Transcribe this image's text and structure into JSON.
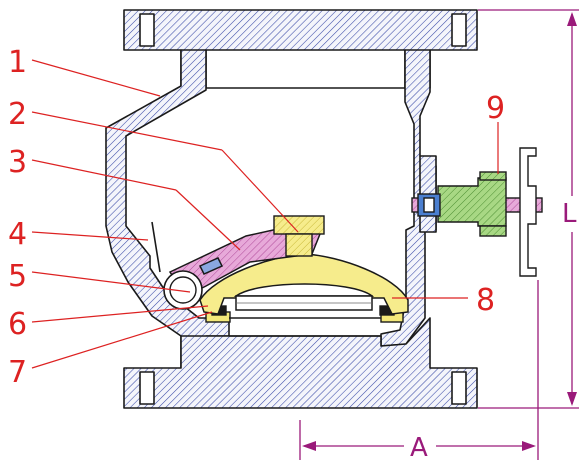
{
  "diagram": {
    "callouts": [
      "1",
      "2",
      "3",
      "4",
      "5",
      "6",
      "7",
      "8",
      "9"
    ],
    "dimensions": {
      "height_label": "L",
      "width_label": "A"
    },
    "colors": {
      "callout": "#dd2222",
      "dimension": "#9a1a7a",
      "body_hatch": "#3a4aa8",
      "body_outline": "#1a1a1a",
      "disc_yellow": "#f3e87a",
      "lever_pink": "#d36fc0",
      "seal_green": "#9fd27a",
      "stem_pink": "#e6a4d6",
      "pin_blue": "#4b7fd0"
    }
  }
}
